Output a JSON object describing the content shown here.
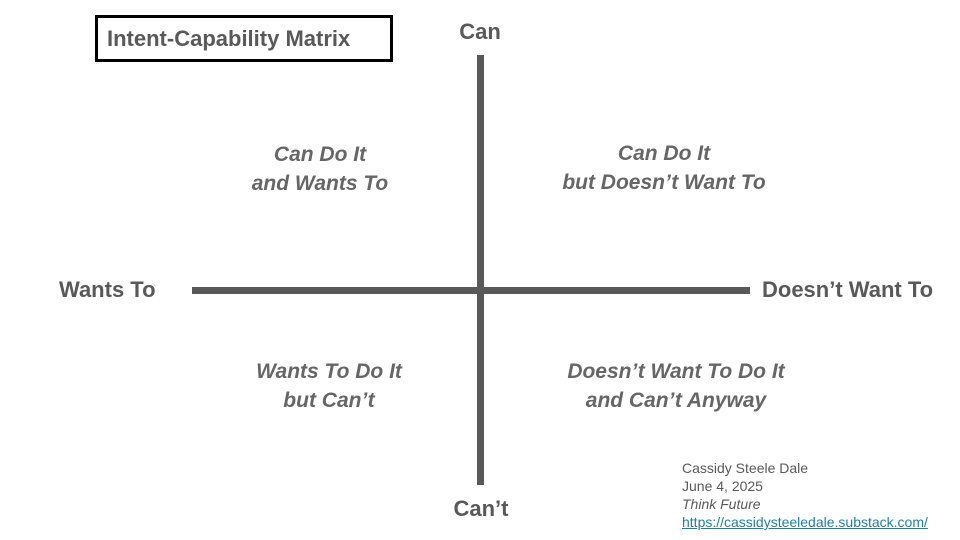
{
  "title": "Intent-Capability Matrix",
  "axes": {
    "top": "Can",
    "bottom": "Can’t",
    "left": "Wants To",
    "right": "Doesn’t Want To"
  },
  "quadrants": {
    "top_left": [
      "Can Do It",
      "and Wants To"
    ],
    "top_right": [
      "Can Do It",
      "but Doesn’t Want To"
    ],
    "bottom_left": [
      "Wants To Do It",
      "but Can’t"
    ],
    "bottom_right": [
      "Doesn’t Want To Do It",
      "and Can’t Anyway"
    ]
  },
  "credit": {
    "author": "Cassidy Steele Dale",
    "date": "June 4, 2025",
    "publication": "Think Future",
    "link": "https://cassidysteeledale.substack.com/"
  },
  "colors": {
    "text": "#595959",
    "quadrant_text": "#666666",
    "axis": "#595959",
    "title_border": "#000000",
    "link": "#1f7fa3"
  }
}
